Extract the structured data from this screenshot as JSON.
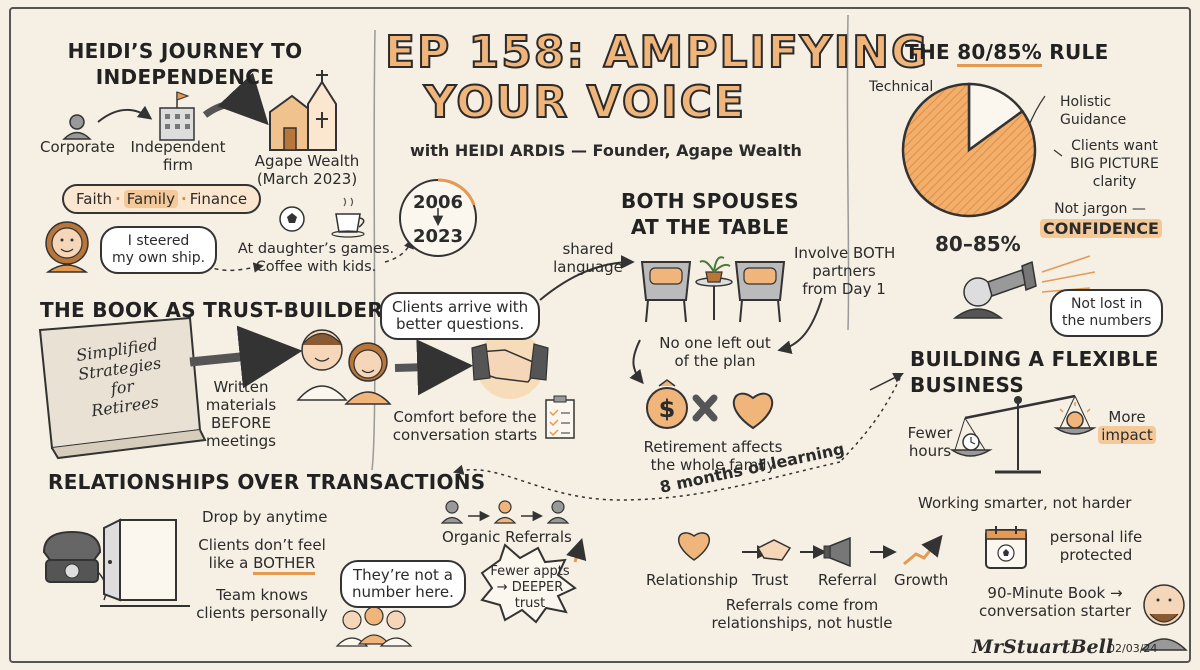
{
  "title": {
    "line1": "EP 158: AMPLIFYING",
    "line2": "YOUR VOICE",
    "subtitle": "with HEIDI ARDIS — Founder, Agape Wealth"
  },
  "journey": {
    "heading_l1": "HEIDI’S JOURNEY TO",
    "heading_l2": "INDEPENDENCE",
    "corporate": "Corporate",
    "independent_l1": "Independent",
    "independent_l2": "firm",
    "agape_l1": "Agape Wealth",
    "agape_l2": "(March 2023)",
    "values": [
      "Faith",
      "Family",
      "Finance"
    ],
    "quote": [
      "I steered",
      "my own ship."
    ],
    "games_l1": "At daughter’s games.",
    "games_l2": "Coffee with kids.",
    "year_from": "2006",
    "year_to": "2023"
  },
  "book": {
    "heading": "THE BOOK AS TRUST-BUILDER",
    "cover": [
      "Simplified",
      "Strategies",
      "for",
      "Retirees"
    ],
    "written": [
      "Written",
      "materials",
      "BEFORE",
      "meetings"
    ],
    "bubble": [
      "Clients arrive with",
      "better questions."
    ],
    "comfort_l1": "Comfort before the",
    "comfort_l2": "conversation starts",
    "shared_l1": "shared",
    "shared_l2": "language"
  },
  "spouses": {
    "heading_l1": "BOTH SPOUSES",
    "heading_l2": "AT THE TABLE",
    "involve": [
      "Involve BOTH",
      "partners",
      "from Day 1"
    ],
    "no_one_l1": "No one left out",
    "no_one_l2": "of the plan",
    "retire_l1": "Retirement affects",
    "retire_l2": "the whole family"
  },
  "rule": {
    "heading_pre": "THE ",
    "heading_hl": "80/85%",
    "heading_post": " RULE",
    "technical": "Technical",
    "holistic_l1": "Holistic",
    "holistic_l2": "Guidance",
    "clients": [
      "Clients want",
      "BIG PICTURE",
      "clarity"
    ],
    "percent": "80–85%",
    "jargon": "Not jargon —",
    "confidence": "CONFIDENCE",
    "lost": [
      "Not lost in",
      "the numbers"
    ]
  },
  "flexible": {
    "heading_l1": "BUILDING A FLEXIBLE",
    "heading_l2": "BUSINESS",
    "fewer_l1": "Fewer",
    "fewer_l2": "hours",
    "more": "More",
    "impact": "impact",
    "smarter": "Working smarter, not harder",
    "personal_l1": "personal life",
    "personal_l2": "protected",
    "book_l1": "90-Minute Book →",
    "book_l2": "conversation starter"
  },
  "relationships": {
    "heading": "RELATIONSHIPS OVER TRANSACTIONS",
    "drop": "Drop by anytime",
    "bother_l1": "Clients don’t feel",
    "bother_pre": "like a ",
    "bother_word": "BOTHER",
    "team_l1": "Team knows",
    "team_l2": "clients personally",
    "organic": "Organic Referrals",
    "number": [
      "They’re not a",
      "number here."
    ],
    "fewer": [
      "Fewer appts",
      "→ DEEPER",
      "trust"
    ],
    "learning": "8 months of learning"
  },
  "funnel": {
    "steps": [
      "Relationship",
      "Trust",
      "Referral",
      "Growth"
    ],
    "note_l1": "Referrals come from",
    "note_l2": "relationships, not hustle"
  },
  "signature": {
    "name": "MrStuartBell",
    "date": "02/03/24"
  },
  "chart_data": {
    "type": "pie",
    "title": "THE 80/85% RULE",
    "labels": [
      "Technical",
      "Holistic Guidance"
    ],
    "values": [
      15,
      85
    ],
    "colors": [
      "#fbf6ee",
      "#f2ae6b"
    ]
  },
  "colors": {
    "accent": "#e49a52",
    "highlight": "#f4c999",
    "ink": "#2b2b2b",
    "paper": "#f6efe4"
  }
}
